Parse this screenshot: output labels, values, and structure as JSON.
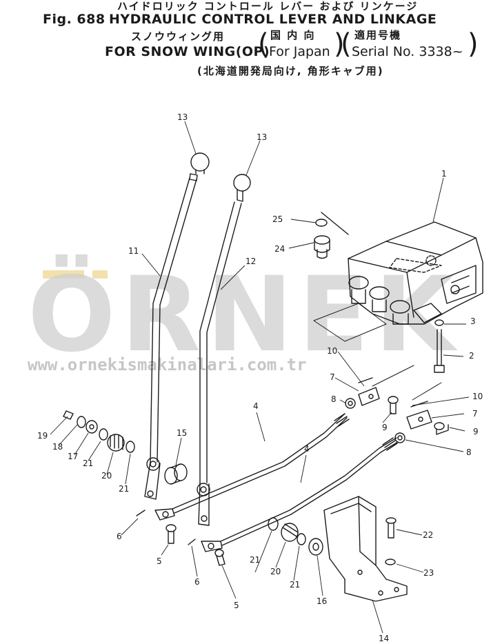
{
  "header": {
    "jp_line1": "ハイドロリック コントロール レバー および リンケージ",
    "fig_number": "Fig. 688",
    "title_en": "HYDRAULIC CONTROL LEVER AND LINKAGE",
    "jp_line2": "スノウウィング用",
    "subtitle_en": "FOR SNOW WING(OP)",
    "region_jp": "国 内 向",
    "region_en": "For Japan",
    "serial_jp": "適用号機",
    "serial_en": "Serial No. 3338~",
    "note_jp": "(北海道開発局向け, 角形キャブ用)"
  },
  "watermark": {
    "brand": "ÖRNEK",
    "url": "www.ornekismakinalari.com.tr",
    "color": "#c8c8c8",
    "accent": "#e8c86a"
  },
  "callouts": [
    "1",
    "2",
    "3",
    "4",
    "4",
    "5",
    "5",
    "6",
    "6",
    "7",
    "7",
    "8",
    "8",
    "9",
    "9",
    "10",
    "10",
    "11",
    "12",
    "13",
    "13",
    "14",
    "15",
    "16",
    "17",
    "18",
    "19",
    "20",
    "20",
    "21",
    "21",
    "21",
    "21",
    "22",
    "23",
    "24",
    "25"
  ]
}
